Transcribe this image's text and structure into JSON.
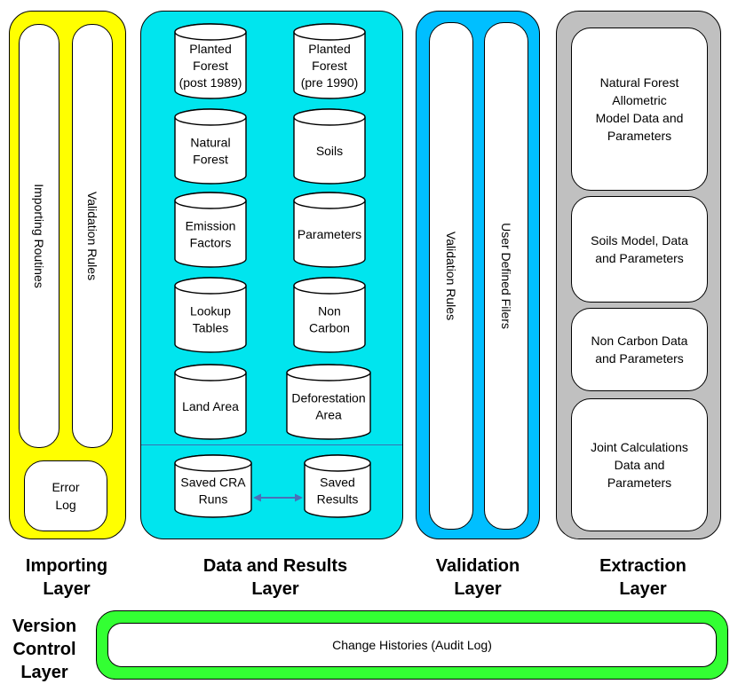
{
  "colors": {
    "importing": "#ffff00",
    "data_results": "#00e5ee",
    "validation": "#00bfff",
    "extraction": "#c0c0c0",
    "version_control": "#33ff33",
    "arrow": "#4a6fb8"
  },
  "importing": {
    "columns": [
      "Importing Routines",
      "Validation Rules"
    ],
    "error_log": [
      "Error",
      "Log"
    ],
    "label": [
      "Importing",
      "Layer"
    ]
  },
  "data_results": {
    "cylinders": [
      [
        "Planted",
        "Forest",
        "(post 1989)"
      ],
      [
        "Planted",
        "Forest",
        "(pre 1990)"
      ],
      [
        "Natural",
        "Forest"
      ],
      [
        "Soils"
      ],
      [
        "Emission",
        "Factors"
      ],
      [
        "Parameters"
      ],
      [
        "Lookup",
        "Tables"
      ],
      [
        "Non",
        "Carbon"
      ],
      [
        "Land Area"
      ],
      [
        "Deforestation",
        "Area"
      ],
      [
        "Saved CRA",
        "Runs"
      ],
      [
        "Saved",
        "Results"
      ]
    ],
    "label": [
      "Data and Results",
      "Layer"
    ]
  },
  "validation": {
    "columns": [
      "Validation Rules",
      "User Defined Filers"
    ],
    "label": [
      "Validation",
      "Layer"
    ]
  },
  "extraction": {
    "boxes": [
      [
        "Natural Forest",
        "Allometric",
        "Model Data and",
        "Parameters"
      ],
      [
        "Soils Model, Data",
        "and Parameters"
      ],
      [
        "Non Carbon Data",
        "and Parameters"
      ],
      [
        "Joint Calculations",
        "Data and",
        "Parameters"
      ]
    ],
    "label": [
      "Extraction",
      "Layer"
    ]
  },
  "version_control": {
    "label": [
      "Version",
      "Control",
      "Layer"
    ],
    "bar_text": "Change Histories (Audit Log)"
  }
}
